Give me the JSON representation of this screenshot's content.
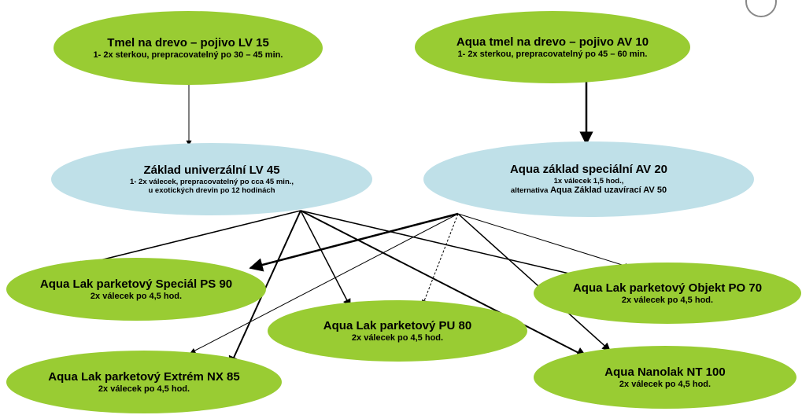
{
  "nodes": {
    "tmel_lv15": {
      "title": "Tmel na drevo – pojivo LV 15",
      "sub": "1- 2x sterkou, prepracovatelný po 30 – 45 min."
    },
    "aqua_tmel_av10": {
      "title": "Aqua tmel na drevo – pojivo AV 10",
      "sub": "1- 2x sterkou, prepracovatelný po 45 – 60 min."
    },
    "zaklad_lv45": {
      "title": "Základ univerzální LV 45",
      "sub1": "1- 2x válecek, prepracovatelný po cca 45 min.,",
      "sub2": "u exotických drevin po 12 hodinách"
    },
    "aqua_zaklad_av20": {
      "title": "Aqua základ speciální AV 20",
      "sub1": "1x válecek 1,5 hod.,",
      "sub2_prefix": "alternativa",
      "sub2_main": "Aqua Základ uzavírací AV 50"
    },
    "ps90": {
      "title": "Aqua Lak parketový Speciál PS 90",
      "sub": "2x válecek po 4,5 hod."
    },
    "pu80": {
      "title": "Aqua Lak parketový PU 80",
      "sub": "2x válecek po 4,5 hod."
    },
    "po70": {
      "title": "Aqua Lak parketový Objekt PO 70",
      "sub": "2x válecek po 4,5 hod."
    },
    "nx85": {
      "title": "Aqua Lak parketový Extrém NX 85",
      "sub": "2x válecek po 4,5 hod."
    },
    "nt100": {
      "title": "Aqua Nanolak NT 100",
      "sub": "2x válecek po 4,5 hod."
    }
  },
  "colors": {
    "product_node": "#99cc33",
    "primer_node": "#bfe0e8",
    "connector": "#000000"
  }
}
